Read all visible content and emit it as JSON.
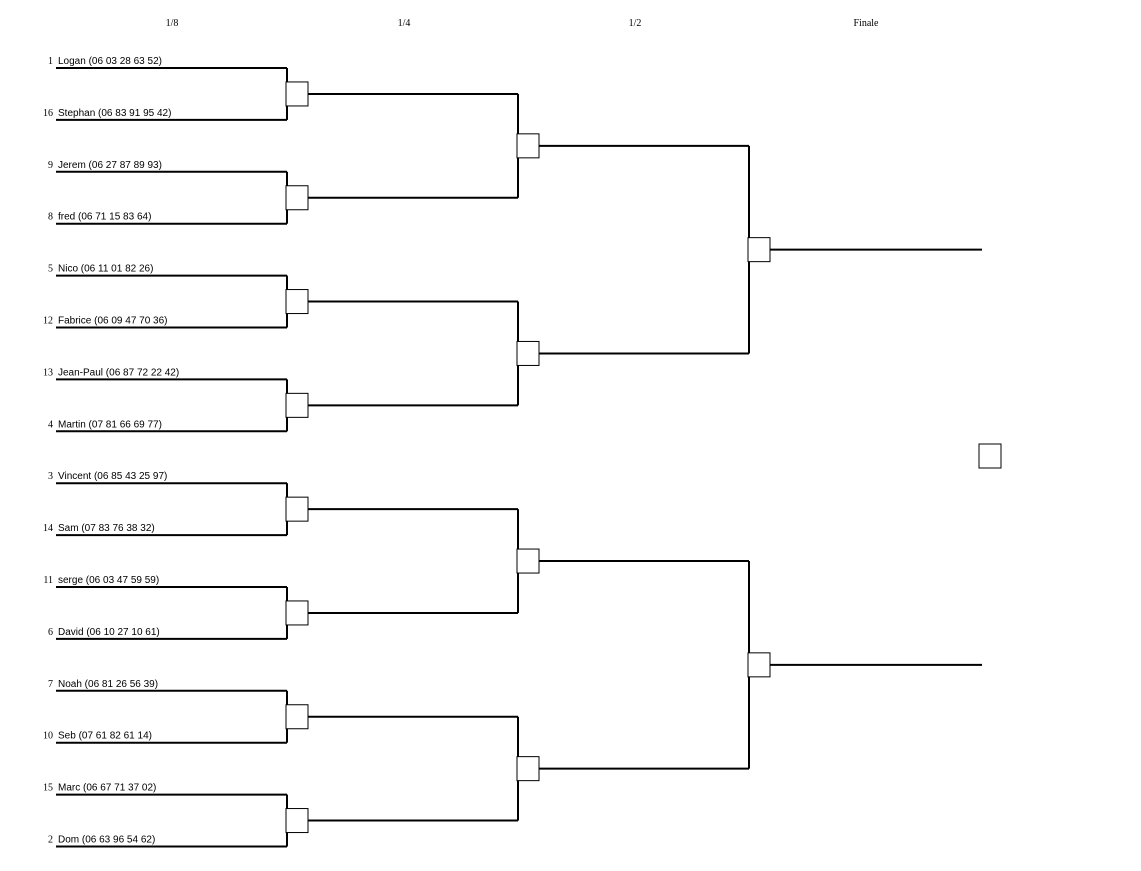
{
  "rounds": [
    "1/8",
    "1/4",
    "1/2",
    "Finale"
  ],
  "players": [
    {
      "seed": "1",
      "name": "Logan (06 03 28 63 52)"
    },
    {
      "seed": "16",
      "name": "Stephan (06 83 91 95 42)"
    },
    {
      "seed": "9",
      "name": "Jerem (06 27 87 89 93)"
    },
    {
      "seed": "8",
      "name": "fred (06 71  15 83 64)"
    },
    {
      "seed": "5",
      "name": "Nico (06 11 01 82 26)"
    },
    {
      "seed": "12",
      "name": "Fabrice (06 09 47 70 36)"
    },
    {
      "seed": "13",
      "name": "Jean-Paul (06 87 72 22 42)"
    },
    {
      "seed": "4",
      "name": "Martin (07 81 66 69 77)"
    },
    {
      "seed": "3",
      "name": "Vincent (06 85 43 25 97)"
    },
    {
      "seed": "14",
      "name": "Sam (07 83 76 38 32)"
    },
    {
      "seed": "11",
      "name": "serge (06 03 47 59 59)"
    },
    {
      "seed": "6",
      "name": "David (06 10 27 10 61)"
    },
    {
      "seed": "7",
      "name": "Noah (06 81 26 56 39)"
    },
    {
      "seed": "10",
      "name": "Seb (07 61 82 61 14)"
    },
    {
      "seed": "15",
      "name": "Marc  (06 67 71 37 02)"
    },
    {
      "seed": "2",
      "name": "Dom (06 63 96 54 62)"
    }
  ]
}
